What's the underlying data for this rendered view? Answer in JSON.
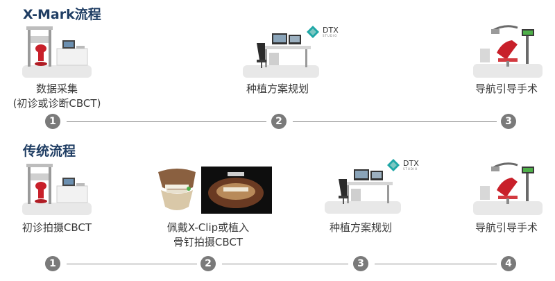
{
  "sections": [
    {
      "title": "X-Mark流程",
      "steps": [
        {
          "number": "1",
          "label_lines": [
            "数据采集",
            "(初诊或诊断CBCT)"
          ],
          "icon": "cbct-scanner-icon"
        },
        {
          "number": "2",
          "label_lines": [
            "种植方案规划"
          ],
          "icon": "planning-workstation-icon"
        },
        {
          "number": "3",
          "label_lines": [
            "导航引导手术"
          ],
          "icon": "navigation-surgery-icon"
        }
      ]
    },
    {
      "title": "传统流程",
      "steps": [
        {
          "number": "1",
          "label_lines": [
            "初诊拍摄CBCT"
          ],
          "icon": "cbct-scanner-icon"
        },
        {
          "number": "2",
          "label_lines": [
            "佩戴X-Clip或植入",
            "骨钉拍摄CBCT"
          ],
          "icon": "xclip-scan-icon"
        },
        {
          "number": "3",
          "label_lines": [
            "种植方案规划"
          ],
          "icon": "planning-workstation-icon"
        },
        {
          "number": "4",
          "label_lines": [
            "导航引导手术"
          ],
          "icon": "navigation-surgery-icon"
        }
      ]
    }
  ],
  "dtx_logo": {
    "name": "DTX",
    "sub": "STUDIO"
  },
  "colors": {
    "title": "#1f3d63",
    "step_circle": "#7a7a7a",
    "rule": "#8a8a8a",
    "chair_red": "#c8202a",
    "dtx_teal": "#1fa7a6"
  }
}
